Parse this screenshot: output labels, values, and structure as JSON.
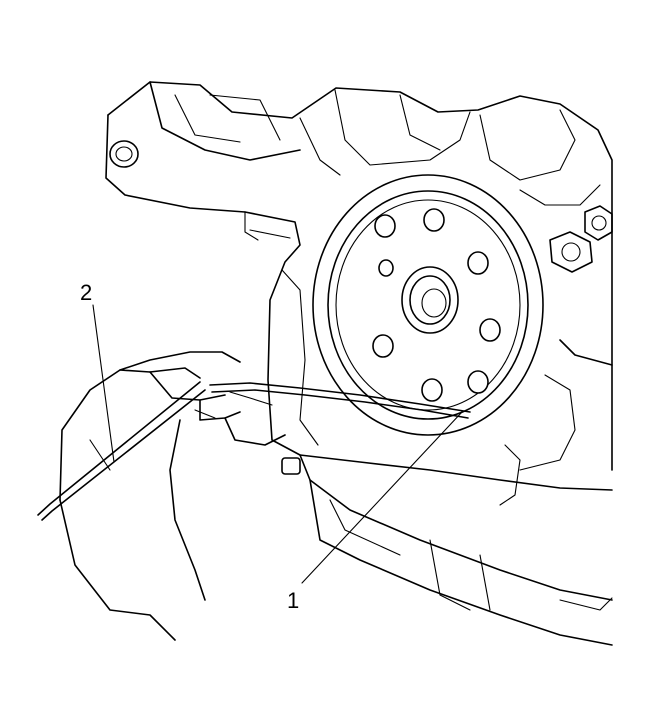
{
  "figure": {
    "callouts": [
      {
        "id": "1",
        "text": "1"
      },
      {
        "id": "2",
        "text": "2"
      }
    ]
  }
}
